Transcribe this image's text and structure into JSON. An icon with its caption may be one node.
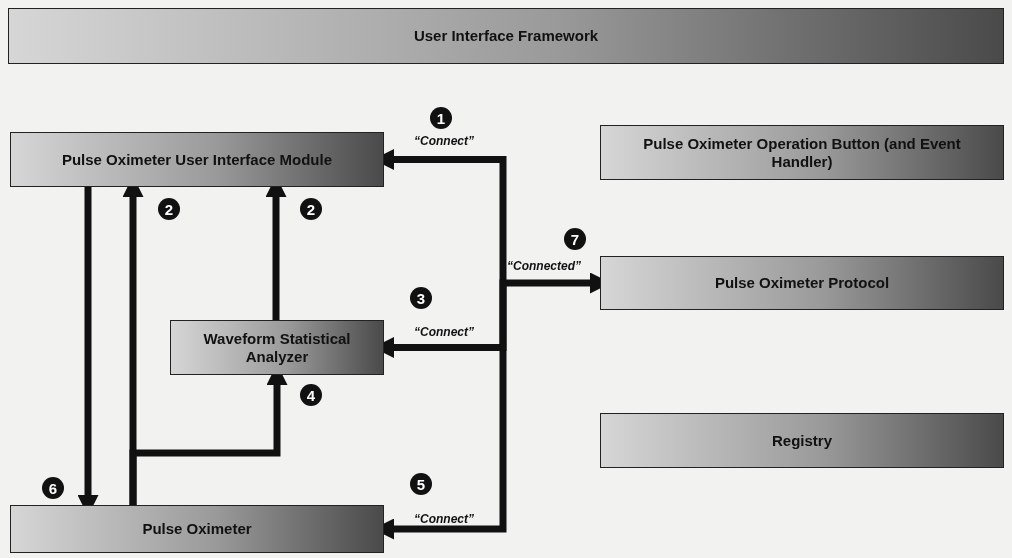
{
  "diagram": {
    "nodes": [
      {
        "text": [
          "User Interface Framework"
        ]
      },
      {
        "text": [
          "Pulse Oximeter User Interface Module"
        ]
      },
      {
        "text": [
          "Pulse Oximeter Operation Button (and Event Handler)"
        ]
      },
      {
        "text": [
          "Pulse Oximeter Protocol"
        ]
      },
      {
        "text": [
          "Waveform Statistical Analyzer"
        ]
      },
      {
        "text": [
          "Registry"
        ]
      },
      {
        "text": [
          "Pulse Oximeter"
        ]
      }
    ],
    "edges": [
      {
        "from": null,
        "to": 1,
        "arrow": "to",
        "label": "“Connect”"
      },
      {
        "from": null,
        "to": 3,
        "arrow": "to",
        "label": "“Connected”"
      },
      {
        "from": null,
        "to": 4,
        "arrow": "to",
        "label": "“Connect”"
      },
      {
        "from": null,
        "to": 6,
        "arrow": "to",
        "label": "“Connect”"
      },
      {
        "from": 1,
        "to": 6,
        "arrow": "to"
      },
      {
        "from": 6,
        "to": 1,
        "arrow": "to"
      },
      {
        "from": 4,
        "to": 1,
        "arrow": "to"
      },
      {
        "from": 6,
        "to": 4,
        "arrow": "to"
      }
    ],
    "labels": [
      "1",
      "2",
      "2",
      "7",
      "3",
      "4",
      "6",
      "5"
    ]
  }
}
